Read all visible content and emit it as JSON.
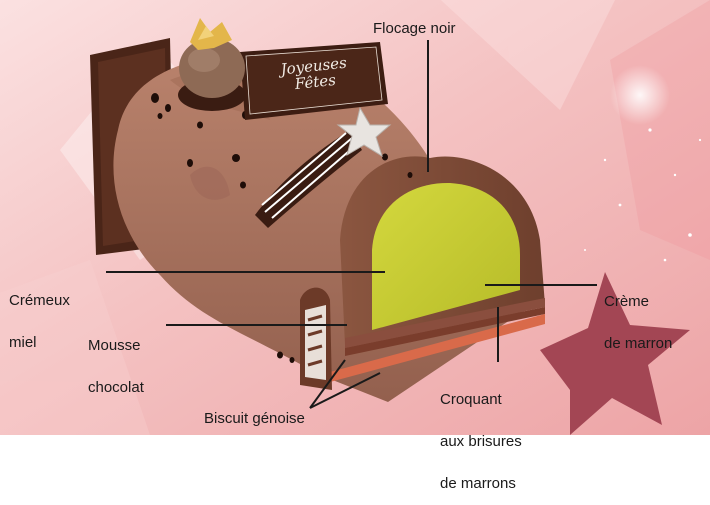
{
  "card": {
    "text_line1": "Joyeuses",
    "text_line2": "Fêtes"
  },
  "labels": {
    "flocage": "Flocage noir",
    "cremeux": [
      "Crémeux",
      "miel"
    ],
    "mousse": [
      "Mousse",
      "chocolat"
    ],
    "creme_marron": [
      "Crème",
      "de marron"
    ],
    "croquant": [
      "Croquant",
      "aux brisures",
      "de marrons"
    ],
    "biscuit": "Biscuit génoise"
  },
  "colors": {
    "background_pink": "#f3b7b7",
    "background_light": "#fbe1e1",
    "chocolate_mousse": "#a56e5a",
    "chocolate_dark": "#5a3222",
    "honey_cremeux": "#c8cc33",
    "chestnut_cream": "#8a4e3e",
    "genoise": "#d96a4a",
    "star_dark": "#9a3b4a",
    "label_text": "#1a1a1a"
  }
}
